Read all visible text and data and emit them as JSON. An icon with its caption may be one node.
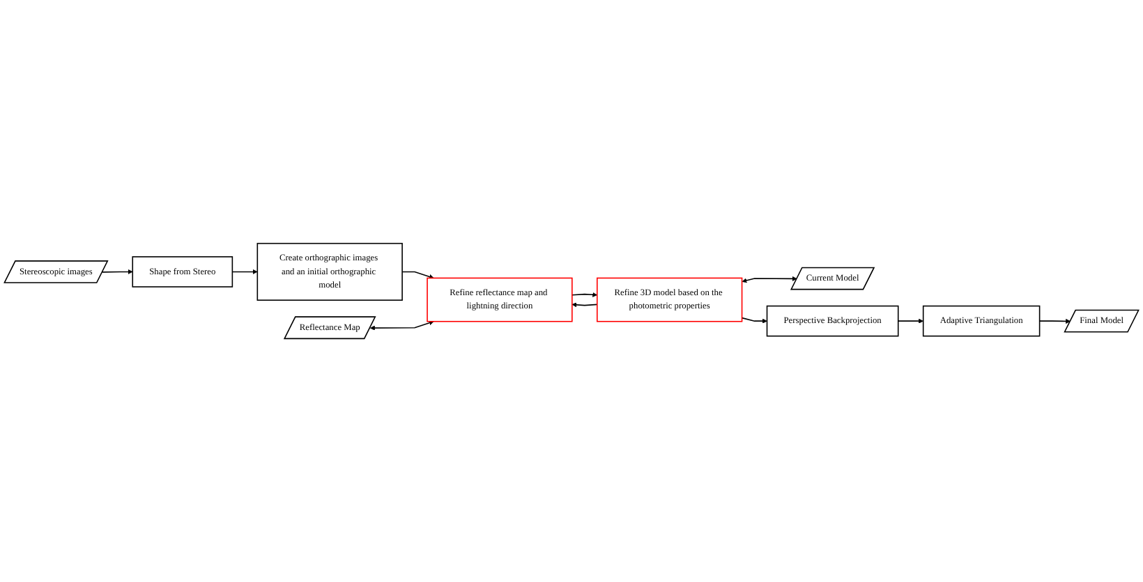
{
  "diagram": {
    "nodes": [
      {
        "text": [
          "Stereoscopic images"
        ]
      },
      {
        "text": [
          "Shape from Stereo"
        ]
      },
      {
        "text": [
          "Create orthographic images and an initial orthographic model"
        ]
      },
      {
        "text": [
          "Reflectance Map"
        ]
      },
      {
        "text": [
          "Refine reflectance map and lightning direction"
        ]
      },
      {
        "text": [
          "Refine 3D model based on the photometric properties"
        ]
      },
      {
        "text": [
          "Current Model"
        ]
      },
      {
        "text": [
          "Perspective Backprojection"
        ]
      },
      {
        "text": [
          "Adaptive Triangulation"
        ]
      },
      {
        "text": [
          "Final Model"
        ]
      }
    ],
    "edges": [
      {
        "from": 0,
        "to": 1,
        "arrow": "to"
      },
      {
        "from": 1,
        "to": 2,
        "arrow": "to"
      },
      {
        "from": 2,
        "to": 4,
        "arrow": "to"
      },
      {
        "from": 3,
        "to": 4,
        "arrow": "both"
      },
      {
        "from": 4,
        "to": 5,
        "arrow": "to"
      },
      {
        "from": 5,
        "to": 4,
        "arrow": "to"
      },
      {
        "from": 5,
        "to": 6,
        "arrow": "both"
      },
      {
        "from": 5,
        "to": 7,
        "arrow": "to"
      },
      {
        "from": 7,
        "to": 8,
        "arrow": "to"
      },
      {
        "from": 8,
        "to": 9,
        "arrow": "to"
      }
    ]
  }
}
